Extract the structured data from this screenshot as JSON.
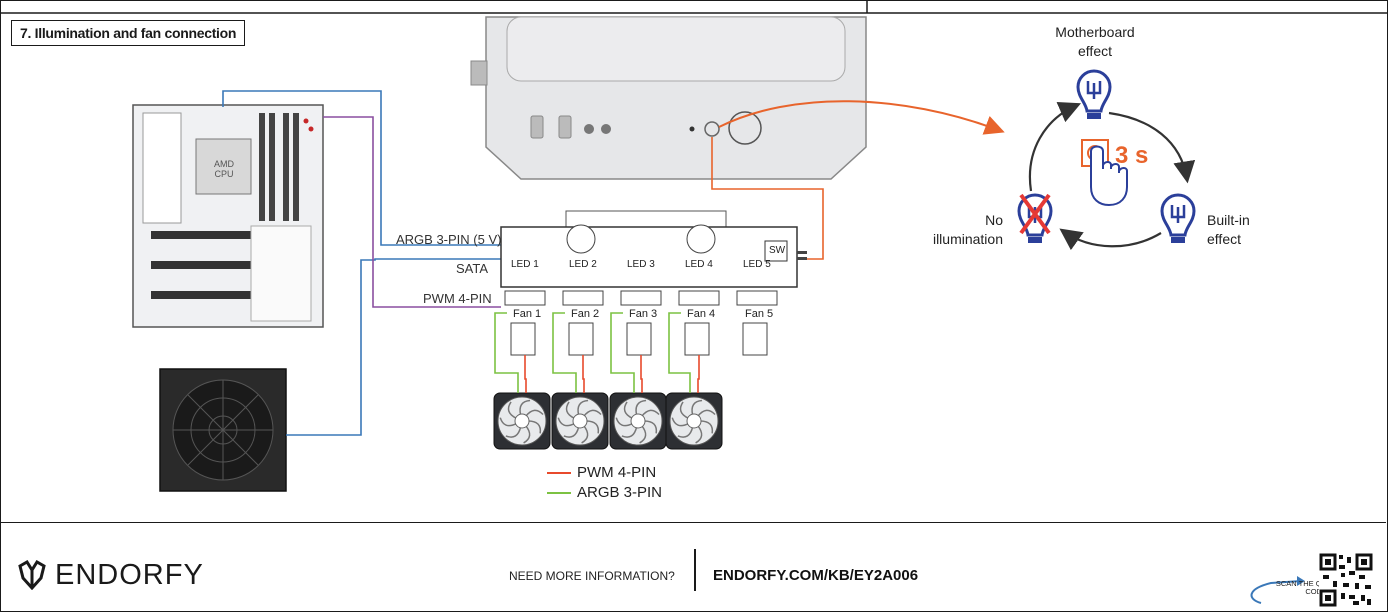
{
  "section_title": "7. Illumination and fan connection",
  "cable_labels": {
    "argb": "ARGB 3-PIN (5 V)",
    "sata": "SATA",
    "pwm": "PWM 4-PIN"
  },
  "hub": {
    "led_ports": [
      "LED 1",
      "LED 2",
      "LED 3",
      "LED 4",
      "LED 5"
    ],
    "fan_ports": [
      "Fan 1",
      "Fan 2",
      "Fan 3",
      "Fan 4",
      "Fan 5"
    ],
    "switch_label": "SW"
  },
  "cpu_label": "AMD CPU",
  "modes": {
    "motherboard": "Motherboard effect",
    "builtin": "Built-in effect",
    "none": "No illumination",
    "hold_time": "3 s"
  },
  "legend": [
    {
      "label": "PWM 4-PIN",
      "color": "#e84a2c"
    },
    {
      "label": "ARGB 3-PIN",
      "color": "#7cc242"
    }
  ],
  "colors": {
    "argb_cable": "#3a78b8",
    "pwm_cable": "#8a4fa0",
    "button_line": "#e8642c",
    "bulb": "#2b3f9a",
    "accent": "#e8642c"
  },
  "footer": {
    "brand": "ENDORFY",
    "need_info": "NEED MORE INFORMATION?",
    "url": "ENDORFY.COM/KB/EY2A006",
    "scan": "SCAN THE QR CODE"
  }
}
